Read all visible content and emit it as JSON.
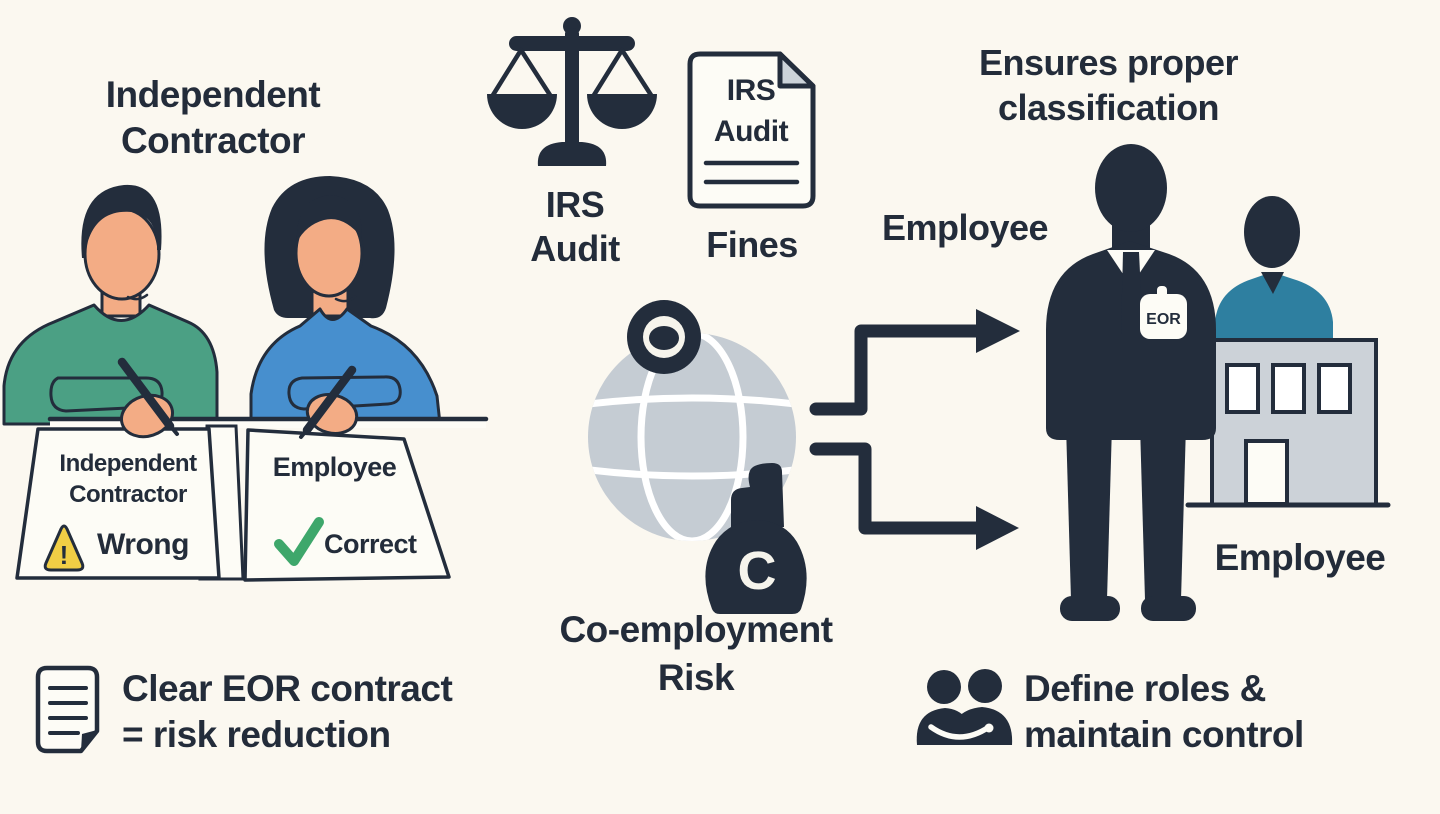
{
  "colors": {
    "background": "#fbf8f0",
    "ink_navy": "#232d3c",
    "paper_white": "#fdfcf6",
    "globe_gray": "#c5ccd3",
    "building_gray": "#ccd2d8",
    "sweater_green": "#4ba084",
    "shirt_blue": "#478fce",
    "shirt_teal": "#2e7fa0",
    "skin": "#f3ac85",
    "warning_yellow": "#f1ce45",
    "check_green": "#3ea76b"
  },
  "left": {
    "title": {
      "line1": "Independent",
      "line2": "Contractor"
    },
    "documents": {
      "wrong": {
        "line1": "Independent",
        "line2": "Contractor",
        "mark": "!",
        "verdict": "Wrong"
      },
      "correct": {
        "title": "Employee",
        "verdict": "Correct"
      }
    }
  },
  "center": {
    "scales_caption": {
      "line1": "IRS",
      "line2": "Audit"
    },
    "audit_doc": {
      "line1": "IRS",
      "line2": "Audit"
    },
    "fines_caption": "Fines",
    "risk_caption": {
      "line1": "Co-employment",
      "line2": "Risk"
    },
    "money_bag_letter": "C"
  },
  "right": {
    "heading": {
      "line1": "Ensures proper",
      "line2": "classification"
    },
    "employee_label_top": "Employee",
    "eor_badge": "EOR",
    "employee_label_bottom": "Employee"
  },
  "footer": {
    "contract_note": {
      "line1": "Clear EOR contract",
      "line2": "= risk reduction"
    },
    "roles_note": {
      "line1": "Define roles &",
      "line2": "maintain control"
    }
  }
}
